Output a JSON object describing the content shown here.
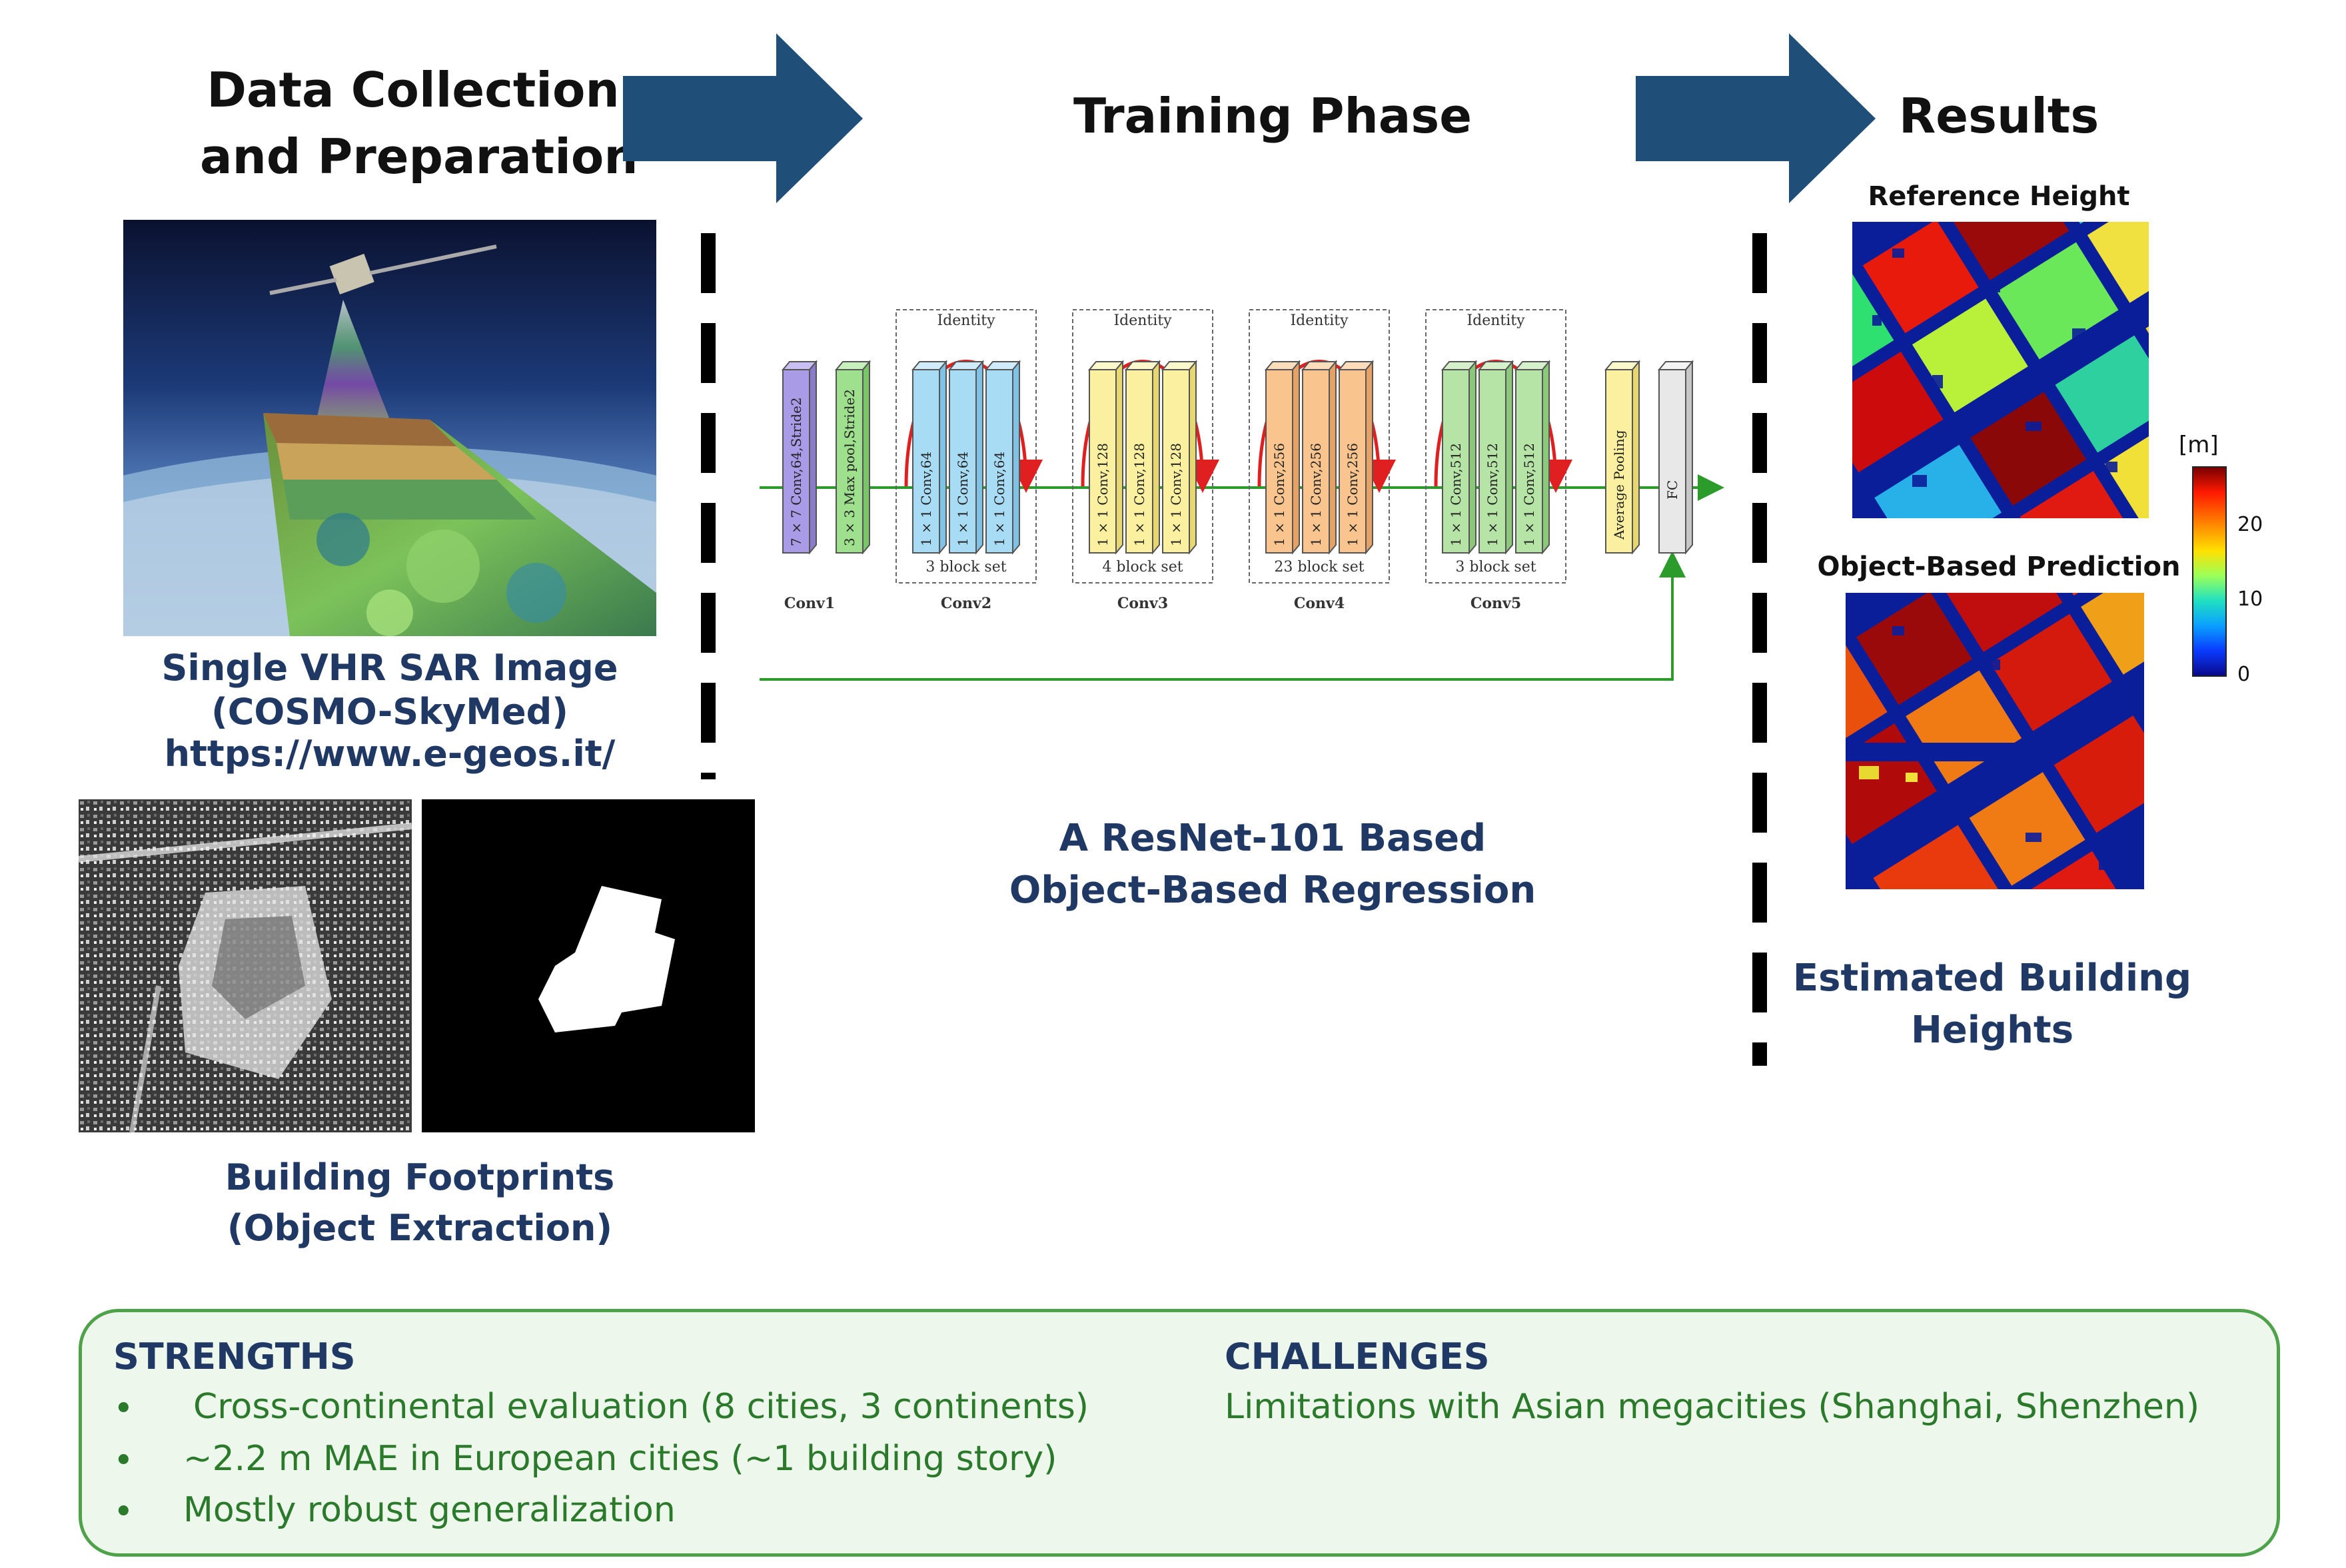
{
  "headers": {
    "data_collection_line1": "Data Collection",
    "data_collection_line2": "and Preparation",
    "training": "Training Phase",
    "results": "Results"
  },
  "left": {
    "sar_caption_line1": "Single VHR SAR Image",
    "sar_caption_line2": "(COSMO-SkyMed)",
    "sar_url": "https://www.e-geos.it/",
    "footprint_caption_line1": "Building Footprints",
    "footprint_caption_line2": "(Object Extraction)"
  },
  "network": {
    "conv1_label": "Conv1",
    "conv2_label": "Conv2",
    "conv3_label": "Conv3",
    "conv4_label": "Conv4",
    "conv5_label": "Conv5",
    "identity": "Identity",
    "conv1_block": "7 × 7 Conv,64,Stride2",
    "pool_block": "3 × 3 Max pool,Stride2",
    "conv2_blocks": [
      "1 × 1 Conv,64",
      "1 × 1 Conv,64",
      "1 × 1 Conv,64"
    ],
    "conv3_blocks": [
      "1 × 1 Conv,128",
      "1 × 1 Conv,128",
      "1 × 1 Conv,128"
    ],
    "conv4_blocks": [
      "1 × 1 Conv,256",
      "1 × 1 Conv,256",
      "1 × 1 Conv,256"
    ],
    "conv5_blocks": [
      "1 × 1 Conv,512",
      "1 × 1 Conv,512",
      "1 × 1 Conv,512"
    ],
    "conv2_set": "3 block set",
    "conv3_set": "4 block set",
    "conv4_set": "23 block set",
    "conv5_set": "3 block set",
    "avgpool": "Average Pooling",
    "fc": "FC",
    "caption_line1": "A ResNet-101 Based",
    "caption_line2": "Object-Based Regression"
  },
  "results": {
    "ref_title": "Reference Height",
    "pred_title": "Object-Based Prediction",
    "colorbar_unit": "[m]",
    "colorbar_ticks": [
      "20",
      "10",
      "0"
    ],
    "caption_line1": "Estimated Building",
    "caption_line2": "Heights"
  },
  "summary": {
    "strengths_title": "STRENGTHS",
    "strengths": [
      "Cross-continental evaluation (8 cities, 3 continents)",
      "~2.2 m MAE in European cities (~1 building story)",
      "Mostly robust generalization"
    ],
    "challenges_title": "CHALLENGES",
    "challenges": [
      "Limitations with Asian megacities (Shanghai, Shenzhen)"
    ]
  },
  "colors": {
    "navy": "#1f3864",
    "arrow": "#1f4e79",
    "green": "#2b9b2b",
    "red_arc": "#e02020"
  }
}
